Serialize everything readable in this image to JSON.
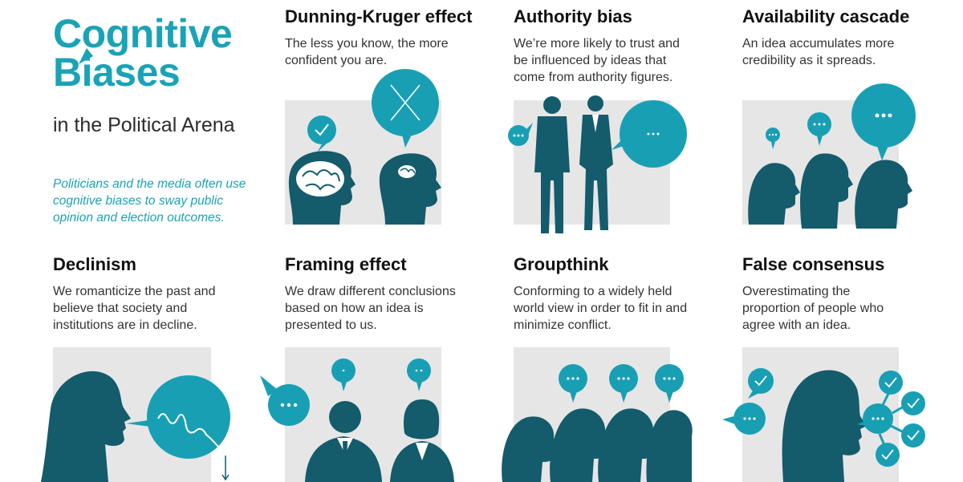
{
  "header": {
    "title_line1": "Cognitive",
    "title_line2": "Biases",
    "subtitle": "in the Political Arena",
    "intro": "Politicians and the media often use cognitive biases to sway public opinion and election outcomes."
  },
  "cards": [
    {
      "title": "Dunning-Kruger effect",
      "description": "The less you know, the more confident you are."
    },
    {
      "title": "Authority bias",
      "description": "We’re more likely to trust and be influenced by ideas that come from authority figures."
    },
    {
      "title": "Availability cascade",
      "description": "An idea accumulates more credibility as it spreads."
    },
    {
      "title": "Declinism",
      "description": "We romanticize the past and believe that society and institutions are in decline."
    },
    {
      "title": "Framing effect",
      "description": "We draw different conclusions based on how an idea is presented to us."
    },
    {
      "title": "Groupthink",
      "description": "Conforming to a widely held world view in order to fit in and minimize conflict."
    },
    {
      "title": "False consensus",
      "description": "Overestimating the proportion of people who agree with an idea."
    }
  ],
  "colors": {
    "accent": "#1aa3b6",
    "dark_teal": "#145b6c",
    "panel_gray": "#e6e6e6"
  }
}
